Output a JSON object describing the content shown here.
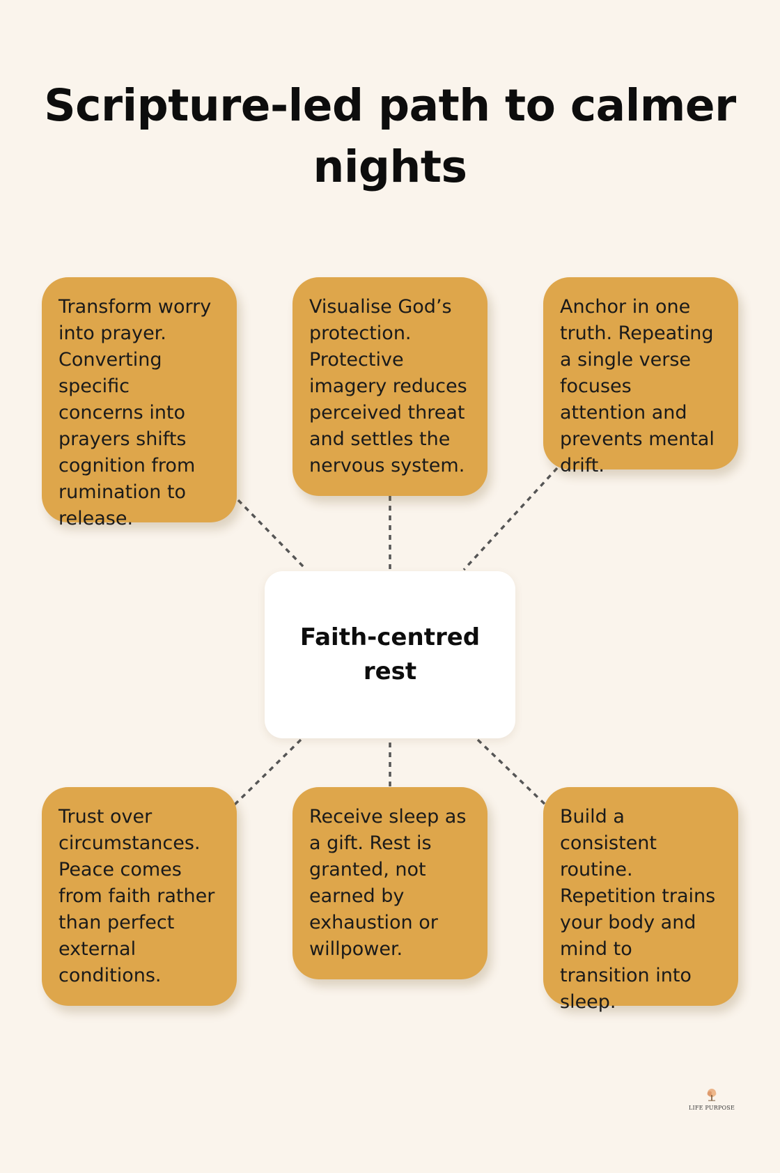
{
  "title": "Scripture-led path to calmer nights",
  "center": {
    "label": "Faith-centred rest"
  },
  "cards": [
    {
      "text": "Transform worry into prayer. Converting specific concerns into prayers shifts cognition from rumination to release."
    },
    {
      "text": "Visualise God’s protection. Protective imagery reduces perceived threat and settles the nervous system."
    },
    {
      "text": "Anchor in one truth. Repeating a single verse focuses attention and prevents mental drift."
    },
    {
      "text": "Trust over circumstances. Peace comes from faith rather than perfect external conditions."
    },
    {
      "text": "Receive sleep as a gift. Rest is granted, not earned by exhaustion or willpower."
    },
    {
      "text": "Build a consistent routine. Repetition trains your body and mind to transition into sleep."
    }
  ],
  "logo": {
    "text": "LIFE PURPOSE"
  },
  "colors": {
    "background": "#faf4ec",
    "card": "#dea64b",
    "center": "#ffffff",
    "connector": "#555555"
  }
}
